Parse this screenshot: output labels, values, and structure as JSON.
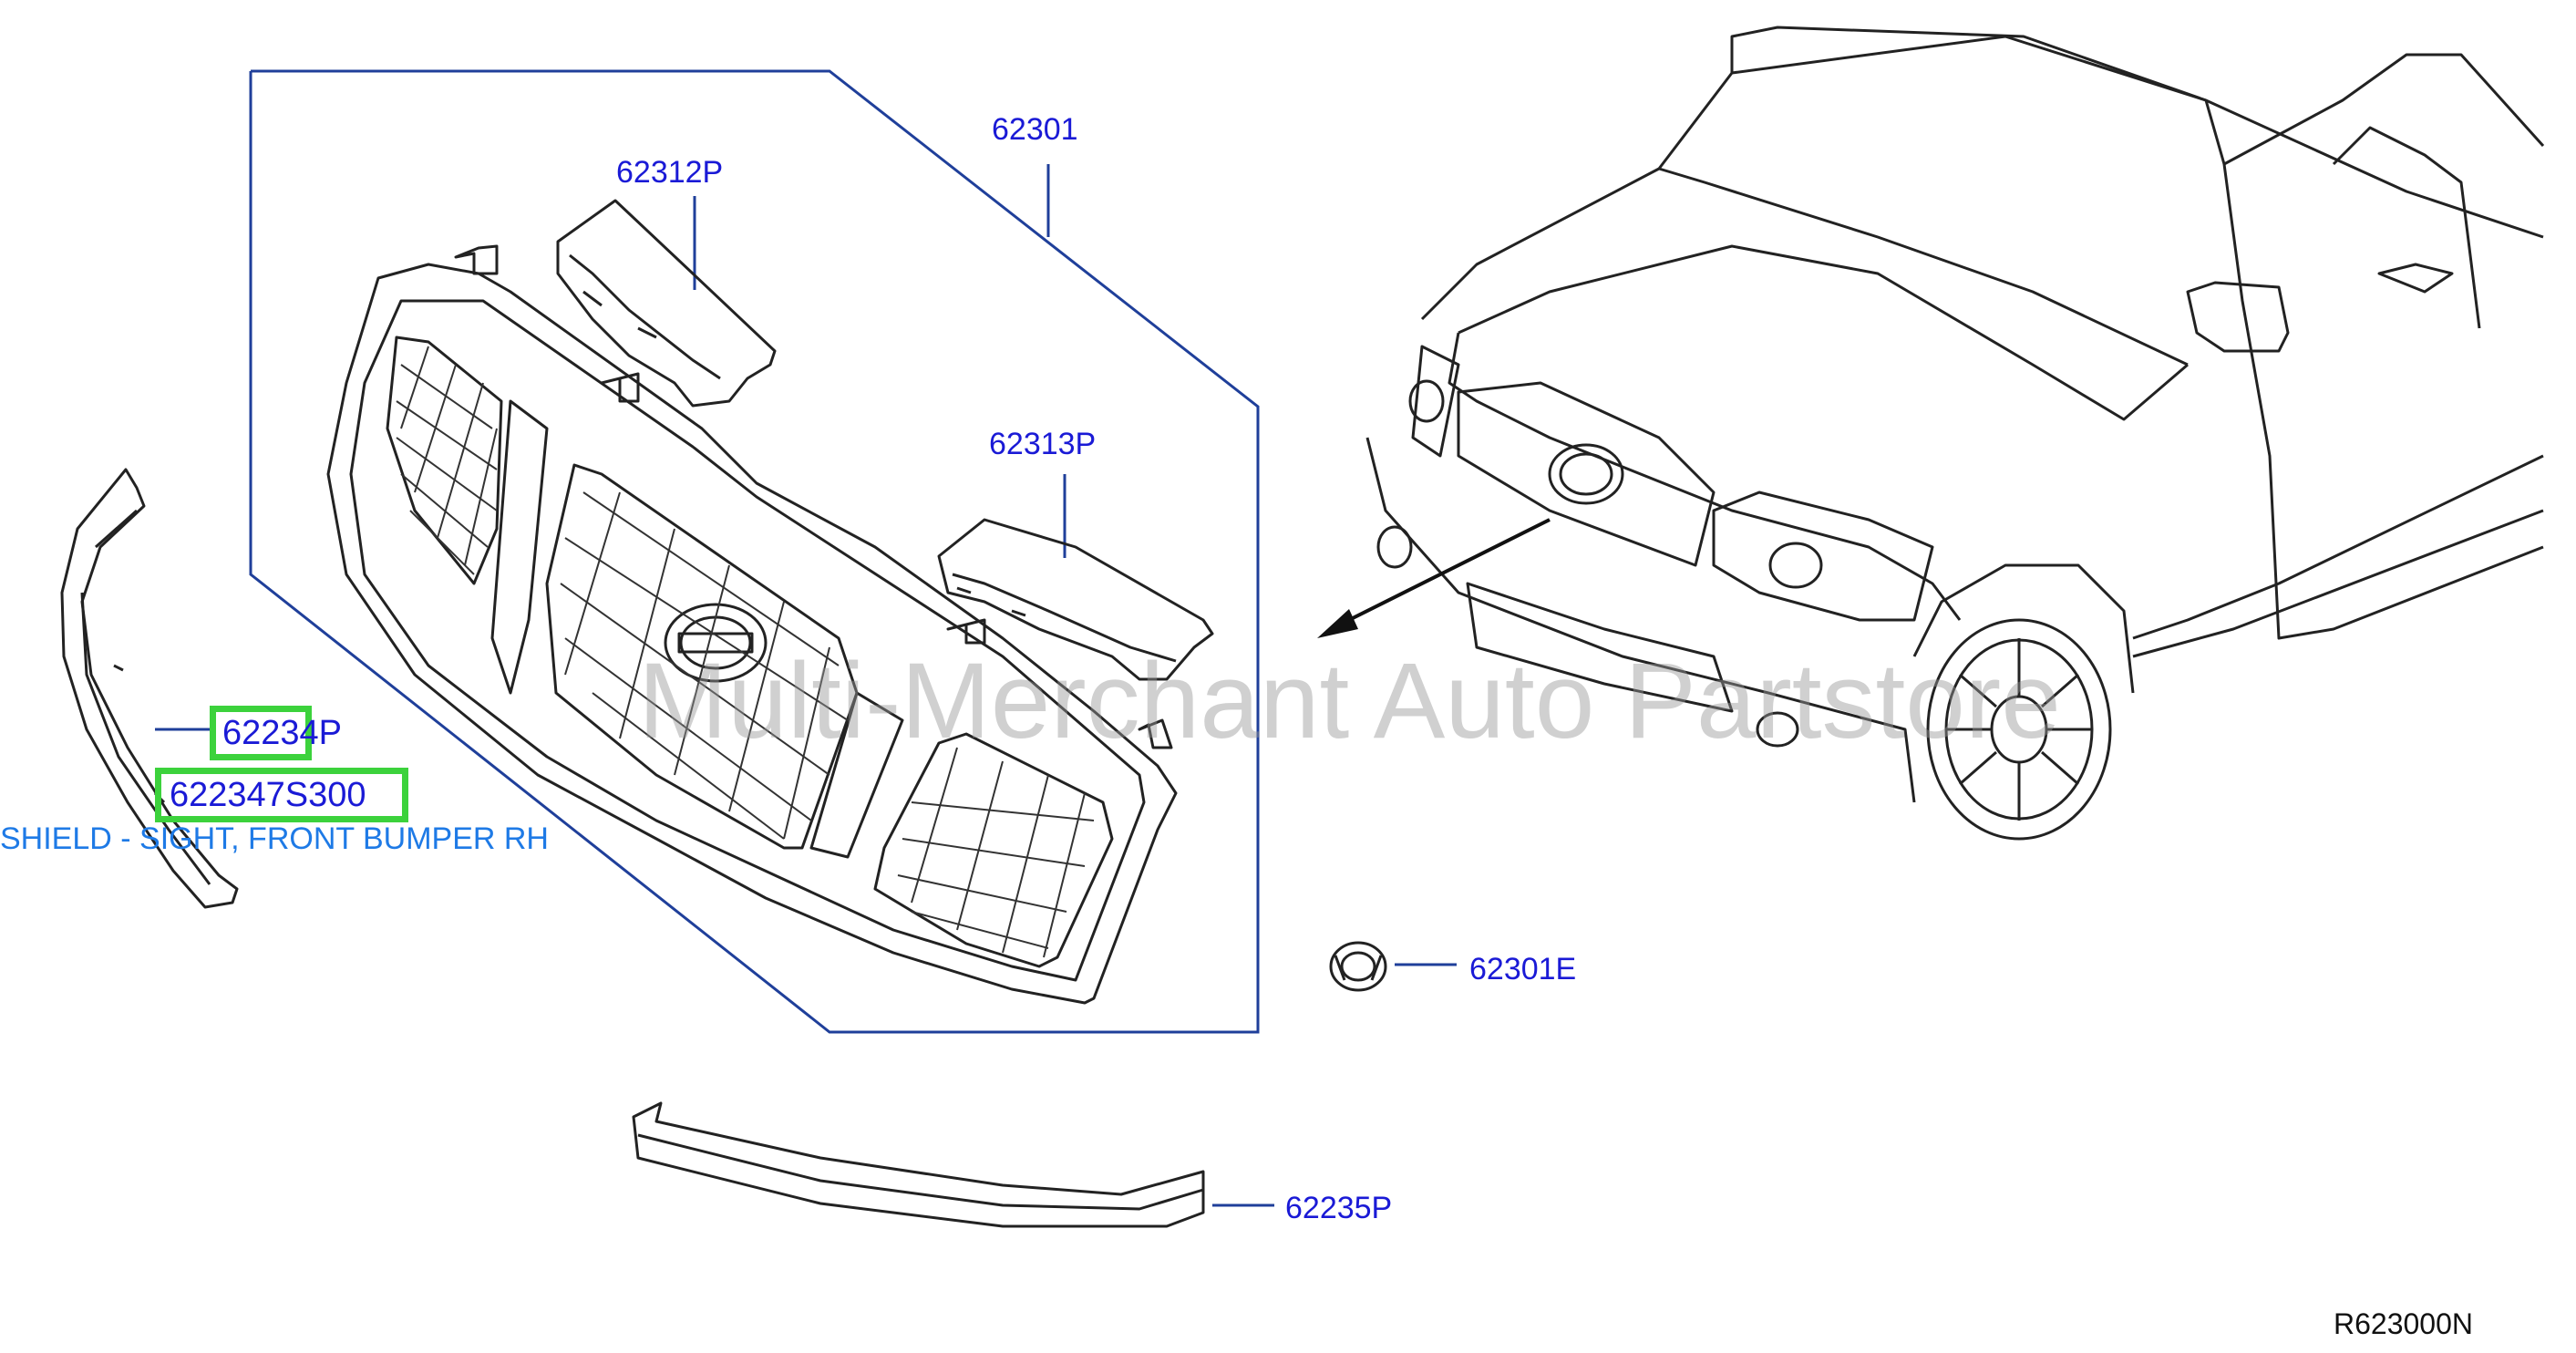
{
  "parts": {
    "grille_assembly": "62301",
    "upper_cover": "62312P",
    "side_cover": "62313P",
    "clip": "62301E",
    "lower_molding": "62235P",
    "shield_part": "62234P",
    "shield_number": "622347S300",
    "shield_description": "SHIELD - SIGHT, FRONT BUMPER RH"
  },
  "watermark": "Multi-Merchant Auto Partstore",
  "reference_code": "R623000N",
  "colors": {
    "label": "#1a1ad6",
    "highlight": "#3cd23c",
    "description": "#1e7ae6",
    "frame": "#1f3f9a"
  }
}
